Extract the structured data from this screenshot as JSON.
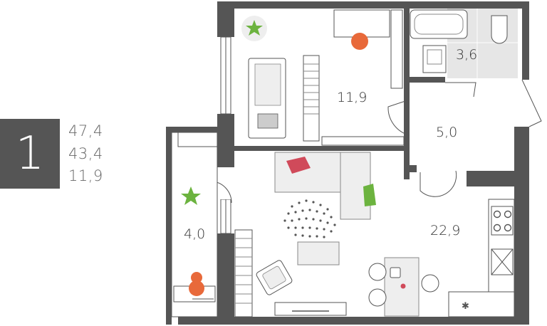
{
  "apartment": {
    "rooms": "1",
    "areas": [
      "47,4",
      "43,4",
      "11,9"
    ]
  },
  "room_labels": {
    "bedroom": "11,9",
    "bathroom": "3,6",
    "hall": "5,0",
    "balcony": "4,0",
    "living": "22,9"
  },
  "colors": {
    "wall": "#555555",
    "floor": "#ffffff",
    "tile": "#e6e6e6",
    "furniture": "#eeeeee",
    "accent_orange": "#e8693a",
    "accent_green": "#6cb33f",
    "accent_red": "#d04a5a"
  }
}
